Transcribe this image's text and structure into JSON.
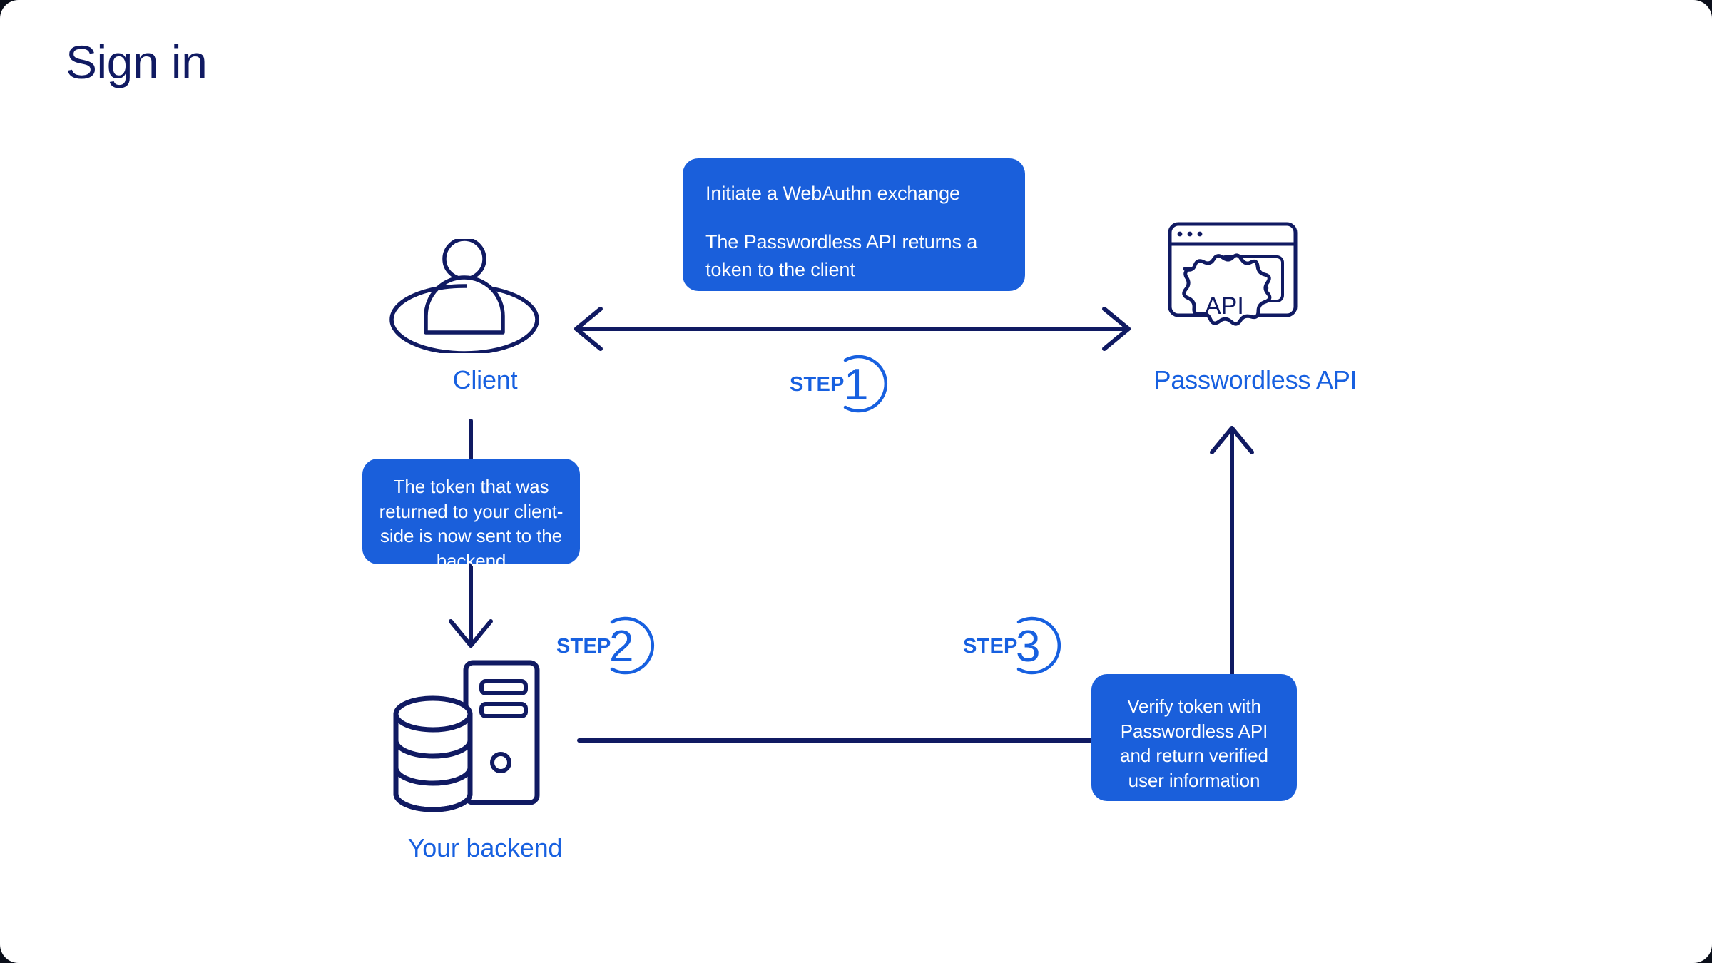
{
  "page": {
    "title": "Sign in",
    "background": "#ffffff",
    "colors": {
      "navy": "#101a62",
      "blue": "#1760e0",
      "callout_blue": "#1a5fdb",
      "white": "#ffffff"
    }
  },
  "nodes": [
    {
      "id": "client",
      "label": "Client",
      "icon": "user-in-circle-icon"
    },
    {
      "id": "api",
      "label": "Passwordless API",
      "icon": "api-gear-terminal-icon"
    },
    {
      "id": "backend",
      "label": "Your backend",
      "icon": "server-database-icon"
    }
  ],
  "callouts": [
    {
      "id": "callout-1",
      "lines": [
        "Initiate a WebAuthn exchange",
        "The Passwordless API returns a token to the client"
      ],
      "align": "left"
    },
    {
      "id": "callout-2",
      "lines": [
        "The token that was returned to your client-side is now sent to the backend"
      ],
      "align": "center"
    },
    {
      "id": "callout-3",
      "lines": [
        "Verify token with Passwordless API and return verified user information"
      ],
      "align": "center"
    }
  ],
  "steps": [
    {
      "id": "step-1",
      "word": "STEP",
      "number": "1"
    },
    {
      "id": "step-2",
      "word": "STEP",
      "number": "2"
    },
    {
      "id": "step-3",
      "word": "STEP",
      "number": "3"
    }
  ],
  "connectors": [
    {
      "id": "client-api-bidirectional",
      "from": "client",
      "to": "api",
      "direction": "both",
      "step": "1"
    },
    {
      "id": "client-backend-down",
      "from": "client",
      "to": "backend",
      "direction": "down",
      "step": "2"
    },
    {
      "id": "backend-api-up",
      "from": "backend",
      "to": "api",
      "direction": "up",
      "step": "3"
    }
  ],
  "icon_text": {
    "api_gear": "API",
    "terminal_prompt": ">_"
  }
}
